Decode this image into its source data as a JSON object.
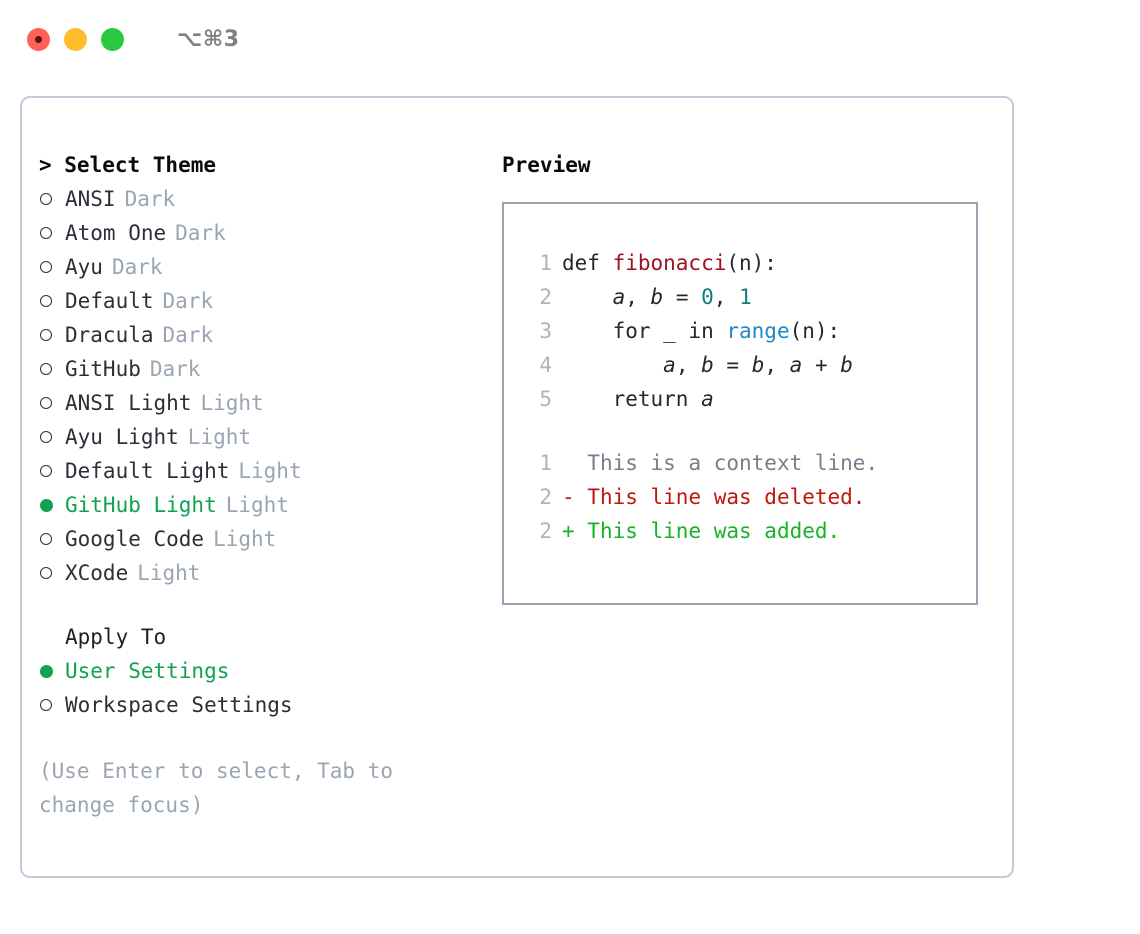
{
  "titlebar": {
    "shortcut": "⌥⌘3",
    "buttons": {
      "close_label": "close",
      "minimize_label": "minimize",
      "zoom_label": "zoom"
    }
  },
  "colors": {
    "accent_green": "#12a150",
    "muted": "#9aa5b4",
    "text": "#2b3038",
    "panel_border": "#c3ccd9",
    "preview_border": "#97a3b2",
    "traffic_red": "#ff6159",
    "traffic_yellow": "#ffbd2e",
    "traffic_green": "#28c840"
  },
  "theme_picker": {
    "header": "> Select Theme",
    "items": [
      {
        "marker": "ring",
        "label": "ANSI",
        "type": "Dark",
        "selected": false
      },
      {
        "marker": "ring",
        "label": "Atom One",
        "type": "Dark",
        "selected": false
      },
      {
        "marker": "ring",
        "label": "Ayu",
        "type": "Dark",
        "selected": false
      },
      {
        "marker": "ring",
        "label": "Default",
        "type": "Dark",
        "selected": false
      },
      {
        "marker": "ring",
        "label": "Dracula",
        "type": "Dark",
        "selected": false
      },
      {
        "marker": "ring",
        "label": "GitHub",
        "type": "Dark",
        "selected": false
      },
      {
        "marker": "ring",
        "label": "ANSI Light",
        "type": "Light",
        "selected": false
      },
      {
        "marker": "ring",
        "label": "Ayu Light",
        "type": "Light",
        "selected": false
      },
      {
        "marker": "ring",
        "label": "Default Light",
        "type": "Light",
        "selected": false
      },
      {
        "marker": "dot",
        "label": "GitHub Light",
        "type": "Light",
        "selected": true
      },
      {
        "marker": "ring",
        "label": "Google Code",
        "type": "Light",
        "selected": false
      },
      {
        "marker": "ring",
        "label": "XCode",
        "type": "Light",
        "selected": false
      }
    ]
  },
  "apply_to": {
    "header": "Apply To",
    "items": [
      {
        "marker": "dot",
        "label": "User Settings",
        "selected": true
      },
      {
        "marker": "ring",
        "label": "Workspace Settings",
        "selected": false
      }
    ]
  },
  "hint": "(Use Enter to select, Tab to change focus)",
  "preview": {
    "title": "Preview",
    "code_lines": [
      {
        "no": "1",
        "tokens": [
          {
            "t": "def ",
            "k": "def"
          },
          {
            "t": "fibonacci",
            "k": "fn"
          },
          {
            "t": "(n):",
            "k": "plain"
          }
        ]
      },
      {
        "no": "2",
        "tokens": [
          {
            "t": "    ",
            "k": "plain"
          },
          {
            "t": "a",
            "k": "var"
          },
          {
            "t": ", ",
            "k": "plain"
          },
          {
            "t": "b",
            "k": "var"
          },
          {
            "t": " = ",
            "k": "plain"
          },
          {
            "t": "0",
            "k": "num"
          },
          {
            "t": ", ",
            "k": "plain"
          },
          {
            "t": "1",
            "k": "num"
          }
        ]
      },
      {
        "no": "3",
        "tokens": [
          {
            "t": "    for _ in ",
            "k": "plain"
          },
          {
            "t": "range",
            "k": "call"
          },
          {
            "t": "(n):",
            "k": "plain"
          }
        ]
      },
      {
        "no": "4",
        "tokens": [
          {
            "t": "        ",
            "k": "plain"
          },
          {
            "t": "a",
            "k": "var"
          },
          {
            "t": ", ",
            "k": "plain"
          },
          {
            "t": "b",
            "k": "var"
          },
          {
            "t": " = ",
            "k": "plain"
          },
          {
            "t": "b",
            "k": "var"
          },
          {
            "t": ", ",
            "k": "plain"
          },
          {
            "t": "a",
            "k": "var"
          },
          {
            "t": " + ",
            "k": "plain"
          },
          {
            "t": "b",
            "k": "var"
          }
        ]
      },
      {
        "no": "5",
        "tokens": [
          {
            "t": "    return ",
            "k": "plain"
          },
          {
            "t": "a",
            "k": "var"
          }
        ]
      }
    ],
    "diff_lines": [
      {
        "no": "1",
        "sign": "  ",
        "text": "This is a context line.",
        "kind": "ctx"
      },
      {
        "no": "2",
        "sign": "- ",
        "text": "This line was deleted.",
        "kind": "del"
      },
      {
        "no": "2",
        "sign": "+ ",
        "text": "This line was added.",
        "kind": "add"
      }
    ]
  }
}
